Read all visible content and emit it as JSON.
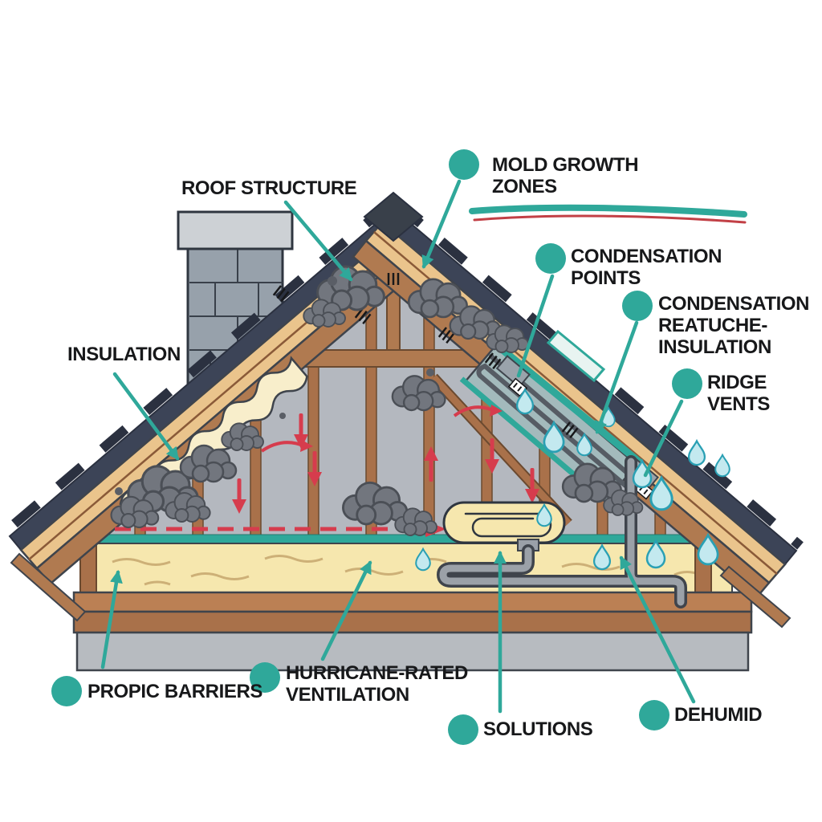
{
  "diagram_title": "Roof / attic mold and condensation cutaway diagram",
  "labels": {
    "roof_structure": "ROOF STRUCTURE",
    "mold_growth_zones": "MOLD GROWTH ZONES",
    "condensation_points": "CONDENSATION POINTS",
    "condensation_reatuche_insulation": "CONDENSATION REATUCHE- INSULATION",
    "ridge_vents": "RIDGE VENTS",
    "insulation": "INSULATION",
    "propic_barriers": "PROPIC BARRIERS",
    "hurricane_rated_ventilation": "HURRICANE-RATED VENTILATION",
    "solutions": "SOLUTIONS",
    "dehumid": "DEHUMID"
  },
  "icons": {
    "legend_dot": "filled teal circle",
    "leader_arrow": "teal line with arrowhead",
    "mold_cloud": "gray puff cluster",
    "water_droplet": "light blue teardrop",
    "airflow_arrow": "red arrow"
  },
  "colors": {
    "teal": "#2fa89a",
    "arrow_red": "#d63c4d",
    "outline_dark": "#3f444c",
    "shingle_dark": "#3c4457",
    "sheathing_tan": "#eac48c",
    "wood_brown": "#b07a50",
    "stud_brown": "#a9714a",
    "interior_gray": "#b4b8bf",
    "mold_gray": "#72767e",
    "insulation_yellow": "#f6e7ae",
    "insulation_cream": "#f8eecb",
    "water_blue": "#c3e9ef",
    "chimney_gray": "#97a1ab",
    "foundation_gray": "#b7bbc0",
    "label_text": "#17181a"
  }
}
